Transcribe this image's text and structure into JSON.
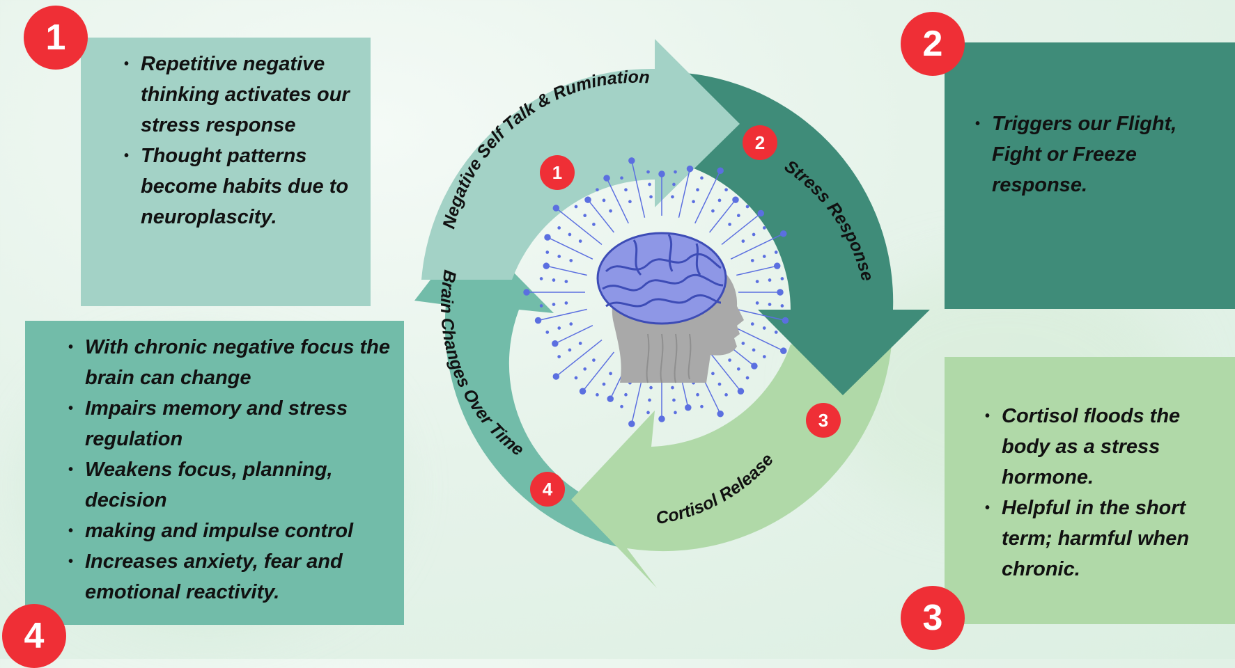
{
  "steps": [
    {
      "number": "1",
      "title": "Negative Self Talk &  Rumination",
      "color": "#a3d2c6",
      "bullets": [
        "Repetitive negative thinking activates our stress response",
        "Thought patterns become habits due to neuroplascity."
      ]
    },
    {
      "number": "2",
      "title": "Stress Response",
      "color": "#3f8c79",
      "bullets": [
        "Triggers our Flight, Fight or Freeze response."
      ]
    },
    {
      "number": "3",
      "title": "Cortisol Release",
      "color": "#b0d9a8",
      "bullets": [
        "Cortisol floods the body as a stress hormone.",
        "Helpful in the short term; harmful when chronic."
      ]
    },
    {
      "number": "4",
      "title": "Brain Changes Over Time",
      "color": "#72bca9",
      "bullets": [
        "With chronic negative focus the brain can change",
        "Impairs memory and stress regulation",
        "Weakens focus, planning, decision",
        "making and impulse control",
        "Increases anxiety, fear and emotional reactivity."
      ]
    }
  ],
  "colors": {
    "badge": "#ef2f36",
    "brain": "#8e97e6",
    "head": "#a9a9a9",
    "spark": "#5b6fe0"
  },
  "icons": [
    "brain-head-icon"
  ]
}
